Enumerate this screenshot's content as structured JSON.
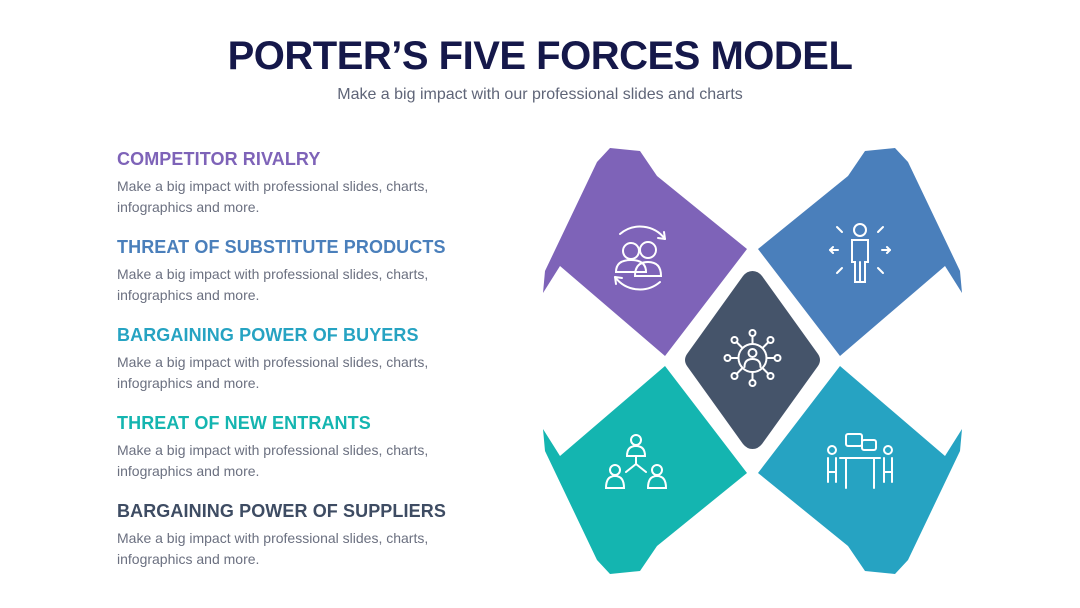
{
  "header": {
    "title": "PORTER’S FIVE FORCES MODEL",
    "subtitle": "Make a big impact with our professional slides and charts"
  },
  "forces": [
    {
      "title": "COMPETITOR RIVALRY",
      "description": "Make a big impact with professional slides, charts, infographics and more.",
      "color": "#7e63b8"
    },
    {
      "title": "THREAT OF SUBSTITUTE PRODUCTS",
      "description": "Make a big impact with professional slides, charts, infographics and more.",
      "color": "#4a7fbb"
    },
    {
      "title": "BARGAINING POWER OF BUYERS",
      "description": "Make a big impact with professional slides, charts, infographics and more.",
      "color": "#26a3c2"
    },
    {
      "title": "THREAT OF NEW ENTRANTS",
      "description": "Make a big impact with professional slides, charts, infographics and more.",
      "color": "#14b5b0"
    },
    {
      "title": "BARGAINING POWER OF SUPPLIERS",
      "description": "Make a big impact with professional slides, charts, infographics and more.",
      "color": "#3e4c63"
    }
  ],
  "diagram": {
    "top_left": {
      "color": "#7e63b8",
      "icon": "team-cycle-icon"
    },
    "top_right": {
      "color": "#4a7fbb",
      "icon": "person-radiating-icon"
    },
    "bottom_left": {
      "color": "#14b5b0",
      "icon": "hierarchy-people-icon"
    },
    "bottom_right": {
      "color": "#26a3c2",
      "icon": "meeting-table-icon"
    },
    "center": {
      "color": "#45546a",
      "icon": "network-person-icon"
    }
  }
}
